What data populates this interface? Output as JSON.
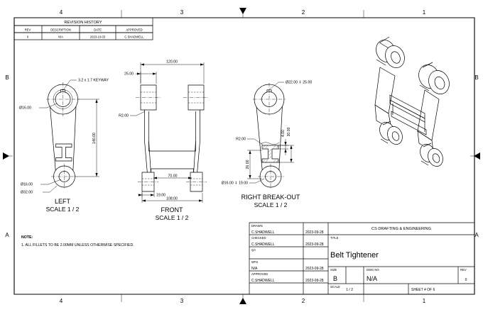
{
  "sheet": {
    "zones_top": [
      "4",
      "3",
      "2",
      "1"
    ],
    "zones_bottom": [
      "4",
      "3",
      "2",
      "1"
    ],
    "zones_left": [
      "B",
      "A"
    ],
    "zones_right": [
      "B",
      "A"
    ]
  },
  "revision_history": {
    "title": "REVISION HISTORY",
    "columns": [
      "REV",
      "DESCRIPTION",
      "DATE",
      "APPROVED"
    ],
    "rows": [
      {
        "rev": "0",
        "description": "N/A",
        "date": "2023-10-03",
        "approved": "C.SHADWELL"
      }
    ]
  },
  "notes": {
    "heading": "NOTE:",
    "items": [
      "1. ALL FILLETS TO BE 2.00MM UNLESS OTHERWISE SPECIFIED."
    ]
  },
  "views": {
    "left": {
      "name": "LEFT",
      "scale": "SCALE 1 / 2",
      "dimensions": {
        "keyway": "3.2 x 1.7 KEYWAY",
        "top_bore": "Ø16.00",
        "height": "140.00",
        "bottom_bore": "Ø16.00",
        "boss_od": "Ø32.00"
      }
    },
    "front": {
      "name": "FRONT",
      "scale": "SCALE 1 / 2",
      "dimensions": {
        "overall_width": "120.00",
        "boss_width": "25.00",
        "fillet": "R2.00",
        "inner_span": "70.00",
        "foot_width": "19.00",
        "lower_width": "108.00"
      }
    },
    "right_breakout": {
      "name": "RIGHT BREAK-OUT",
      "scale": "SCALE 1 / 2",
      "dimensions": {
        "top_hole": "Ø22.00 ↧ 25.00",
        "fillet": "R2.00",
        "web_height": "26.00",
        "web_thk": "4.00",
        "flange": "30.00",
        "bottom_hole": "Ø16.00 ↧ 19.00"
      }
    },
    "isometric": {
      "name": ""
    }
  },
  "title_block": {
    "company": "CS DRAFTING & ENGINEERING",
    "title_label": "TITLE",
    "title": "Belt Tightener",
    "approvals": [
      {
        "role": "DRAWN",
        "name": "C.SHADWELL",
        "date": "2023-09-28"
      },
      {
        "role": "CHECKED",
        "name": "C.SHADWELL",
        "date": "2023-09-28"
      },
      {
        "role": "QA",
        "name": "",
        "date": ""
      },
      {
        "role": "MFG",
        "name": "N/A",
        "date": "2023-09-28"
      },
      {
        "role": "APPROVED",
        "name": "C.SHADWELL",
        "date": "2023-09-28"
      }
    ],
    "size_label": "SIZE",
    "size": "B",
    "dwg_no_label": "DWG NO",
    "dwg_no": "N/A",
    "rev_label": "REV",
    "rev": "0",
    "scale_label": "SCALE",
    "scale": "1 / 2",
    "sheet": "SHEET 4  OF 6"
  }
}
